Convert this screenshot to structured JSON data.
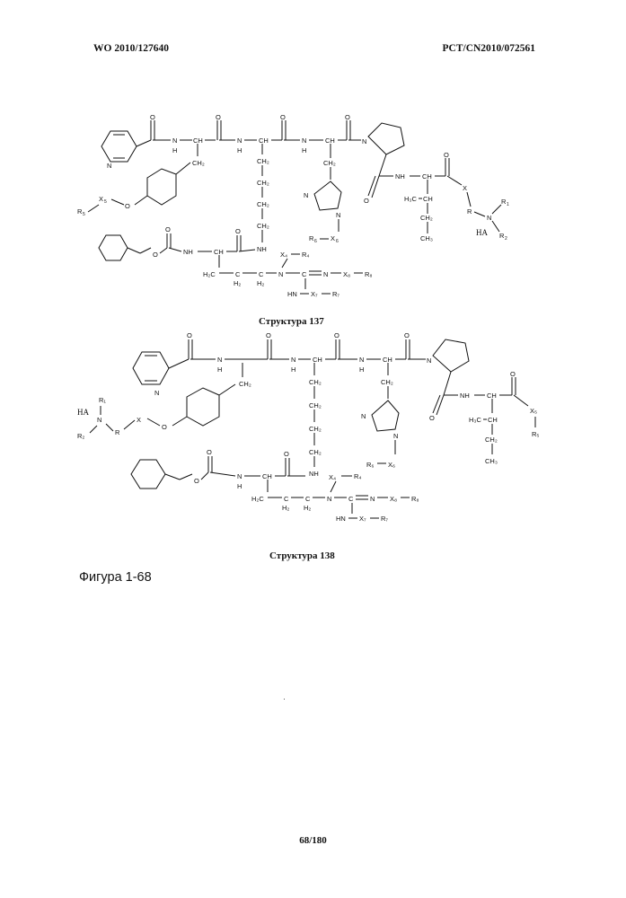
{
  "header": {
    "left": "WO 2010/127640",
    "right": "PCT/CN2010/072561"
  },
  "structures": [
    {
      "caption": "Структура 137",
      "labels": {
        "o": "O",
        "n": "N",
        "h": "H",
        "nh": "NH",
        "ch": "CH",
        "c": "C",
        "ch2": "CH2",
        "h3c": "H3C",
        "ch3": "CH3",
        "x": "X",
        "r": "R",
        "r1": "R1",
        "r2": "R2",
        "r4": "R4",
        "r5": "R5",
        "r6": "R6",
        "r7": "R7",
        "x4": "X4",
        "x5": "X5",
        "x6": "X6",
        "x7": "X7",
        "x8": "X8",
        "ha": "HA",
        "h2c": "H2C",
        "h2": "H2",
        "hn": "HN"
      }
    },
    {
      "caption": "Структура 138"
    }
  ],
  "figure_label": "Фигура 1-68",
  "page_number": "68/180"
}
